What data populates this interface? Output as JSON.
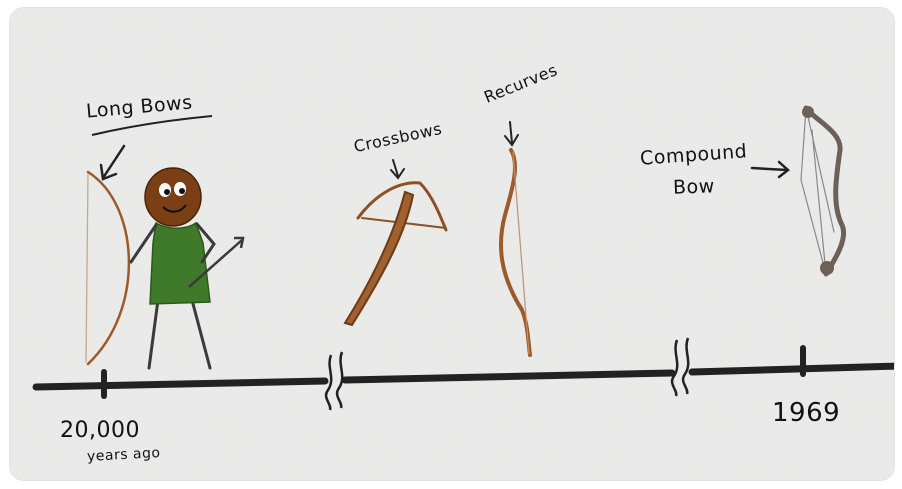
{
  "illustration": {
    "labels": {
      "long_bows": "Long Bows",
      "crossbows": "Crossbows",
      "recurves": "Recurves",
      "compound_line1": "Compound",
      "compound_line2": "Bow",
      "start_value": "20,000",
      "start_unit": "years ago",
      "end_year": "1969"
    },
    "colors": {
      "paper": "#ebebea",
      "ink": "#111111",
      "bow_wood": "#9c5a2a",
      "crossbow_wood": "#8e4f22",
      "tunic": "#3f7a2a",
      "skin": "#7a3f14",
      "compound_limb": "#6e6058"
    }
  }
}
